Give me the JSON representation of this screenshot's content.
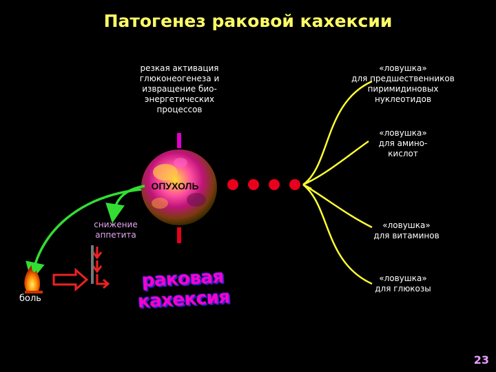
{
  "slide": {
    "title": "Патогенез раковой кахексии",
    "page_number": "23"
  },
  "tumor": {
    "label": "ОПУХОЛЬ"
  },
  "top_effect": {
    "lines": [
      "резкая активация",
      "глюконеогенеза и",
      "извращение био-",
      "энергетических",
      "процессов"
    ]
  },
  "traps": [
    {
      "lines": [
        "«ловушка»",
        "для предшественников",
        "пиримидиновых",
        "нуклеотидов"
      ]
    },
    {
      "lines": [
        "«ловушка»",
        "для амино-",
        "кислот"
      ]
    },
    {
      "lines": [
        "«ловушка»",
        "для витаминов"
      ]
    },
    {
      "lines": [
        "«ловушка»",
        "для глюкозы"
      ]
    }
  ],
  "appetite": {
    "lines": [
      "снижение",
      "аппетита"
    ]
  },
  "pain": {
    "label": "боль"
  },
  "cachexia": {
    "label": "раковая кахексия"
  },
  "colors": {
    "title": "#ffff66",
    "trap_lines": "#ffff33",
    "dots": "#e8001c",
    "appetite_arrow": "#33dd33",
    "cachexia_text": "#ff00cc",
    "appetite_text": "#e2a7f0"
  }
}
